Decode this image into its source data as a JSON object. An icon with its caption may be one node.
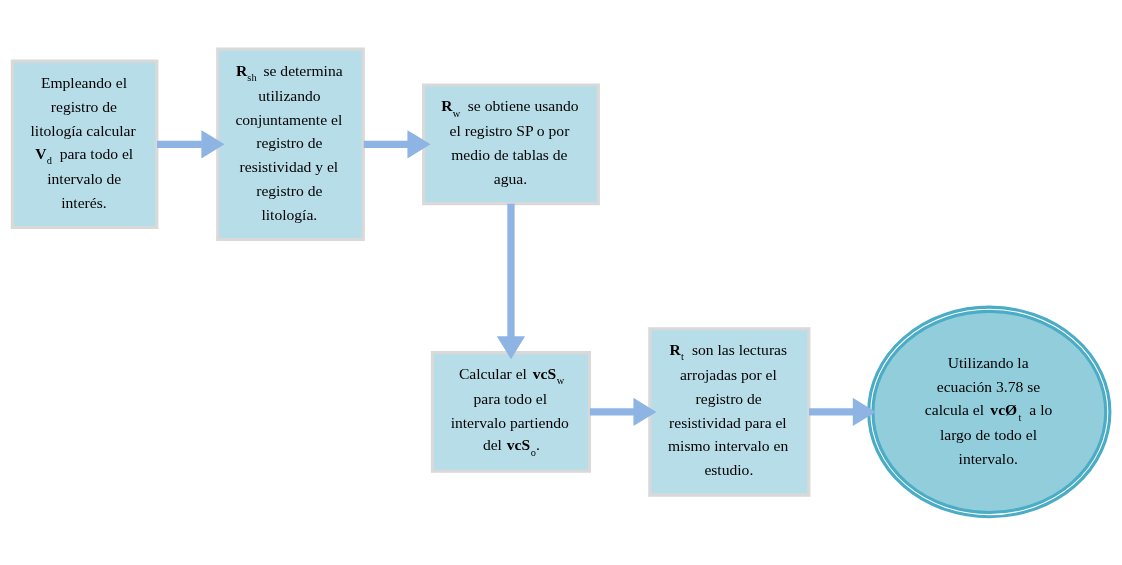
{
  "diagram": {
    "nodes": [
      {
        "text": [
          "Empleando el registro de litología calcular **V**$_{d}$ para todo el intervalo de interés."
        ]
      },
      {
        "text": [
          "**R**$_{sh}$ se determina utilizando conjuntamente el registro de resistividad y el registro de litología."
        ]
      },
      {
        "text": [
          "**R**$_{w}$ se obtiene usando el registro SP o por medio de tablas de agua."
        ]
      },
      {
        "text": [
          "Calcular el **vcS**$_{w}$ para todo el intervalo partiendo del **vcS**$_{o}$."
        ]
      },
      {
        "text": [
          "**R**$_{t}$ son las lecturas arrojadas por el registro de resistividad para el mismo intervalo en estudio."
        ]
      },
      {
        "text": [
          "Utilizando la ecuación 3.78 se calcula el **vcØ**$_{t}$ a lo largo de todo el intervalo."
        ]
      }
    ],
    "edges": [
      {
        "from": 0,
        "to": 1,
        "arrow": "to"
      },
      {
        "from": 1,
        "to": 2,
        "arrow": "to"
      },
      {
        "from": 2,
        "to": 3,
        "arrow": "to"
      },
      {
        "from": 3,
        "to": 4,
        "arrow": "to"
      },
      {
        "from": 4,
        "to": 5,
        "arrow": "to"
      }
    ]
  }
}
